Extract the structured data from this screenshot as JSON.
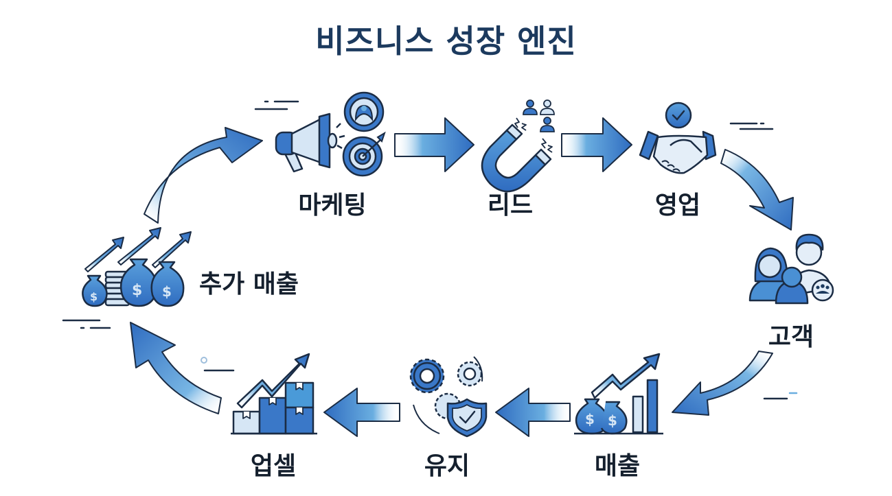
{
  "title": "비즈니스 성장 엔진",
  "colors": {
    "title": "#1c3a5e",
    "label": "#15202e",
    "primary_blue": "#3a78c8",
    "light_blue": "#6aaee0",
    "pale_blue": "#d6e6f5",
    "outline": "#1b2c44"
  },
  "nodes": [
    {
      "id": "marketing",
      "label": "마케팅",
      "icon": "megaphone-target-icon"
    },
    {
      "id": "leads",
      "label": "리드",
      "icon": "magnet-people-icon"
    },
    {
      "id": "sales",
      "label": "영업",
      "icon": "handshake-check-icon"
    },
    {
      "id": "customers",
      "label": "고객",
      "icon": "customer-group-icon"
    },
    {
      "id": "revenue",
      "label": "매출",
      "icon": "money-bags-chart-icon"
    },
    {
      "id": "retention",
      "label": "유지",
      "icon": "gears-shield-icon"
    },
    {
      "id": "upsell",
      "label": "업셀",
      "icon": "boxes-growth-icon"
    },
    {
      "id": "additional_revenue",
      "label": "추가 매출",
      "icon": "money-bags-arrows-icon"
    }
  ],
  "flow": [
    [
      "additional_revenue",
      "marketing"
    ],
    [
      "marketing",
      "leads"
    ],
    [
      "leads",
      "sales"
    ],
    [
      "sales",
      "customers"
    ],
    [
      "customers",
      "revenue"
    ],
    [
      "revenue",
      "retention"
    ],
    [
      "retention",
      "upsell"
    ],
    [
      "upsell",
      "additional_revenue"
    ]
  ]
}
